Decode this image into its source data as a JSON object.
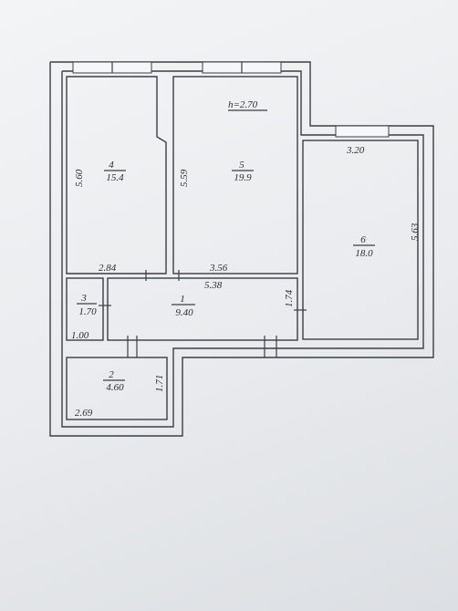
{
  "ceiling_height": "h=2.70",
  "rooms": [
    {
      "number": "4",
      "area": "15.4",
      "dim_vertical": "5.60",
      "dim_horizontal": "2.84"
    },
    {
      "number": "5",
      "area": "19.9",
      "dim_vertical": "5.59",
      "dim_horizontal": "3.56"
    },
    {
      "number": "6",
      "area": "18.0",
      "dim_vertical": "5.63",
      "dim_horizontal": "3.20"
    },
    {
      "number": "1",
      "area": "9.40",
      "dim_vertical": "1.74",
      "dim_horizontal": "5.38"
    },
    {
      "number": "3",
      "area": "1.70",
      "dim_horizontal": "1.00"
    },
    {
      "number": "2",
      "area": "4.60",
      "dim_vertical": "1.71",
      "dim_horizontal": "2.69"
    }
  ]
}
